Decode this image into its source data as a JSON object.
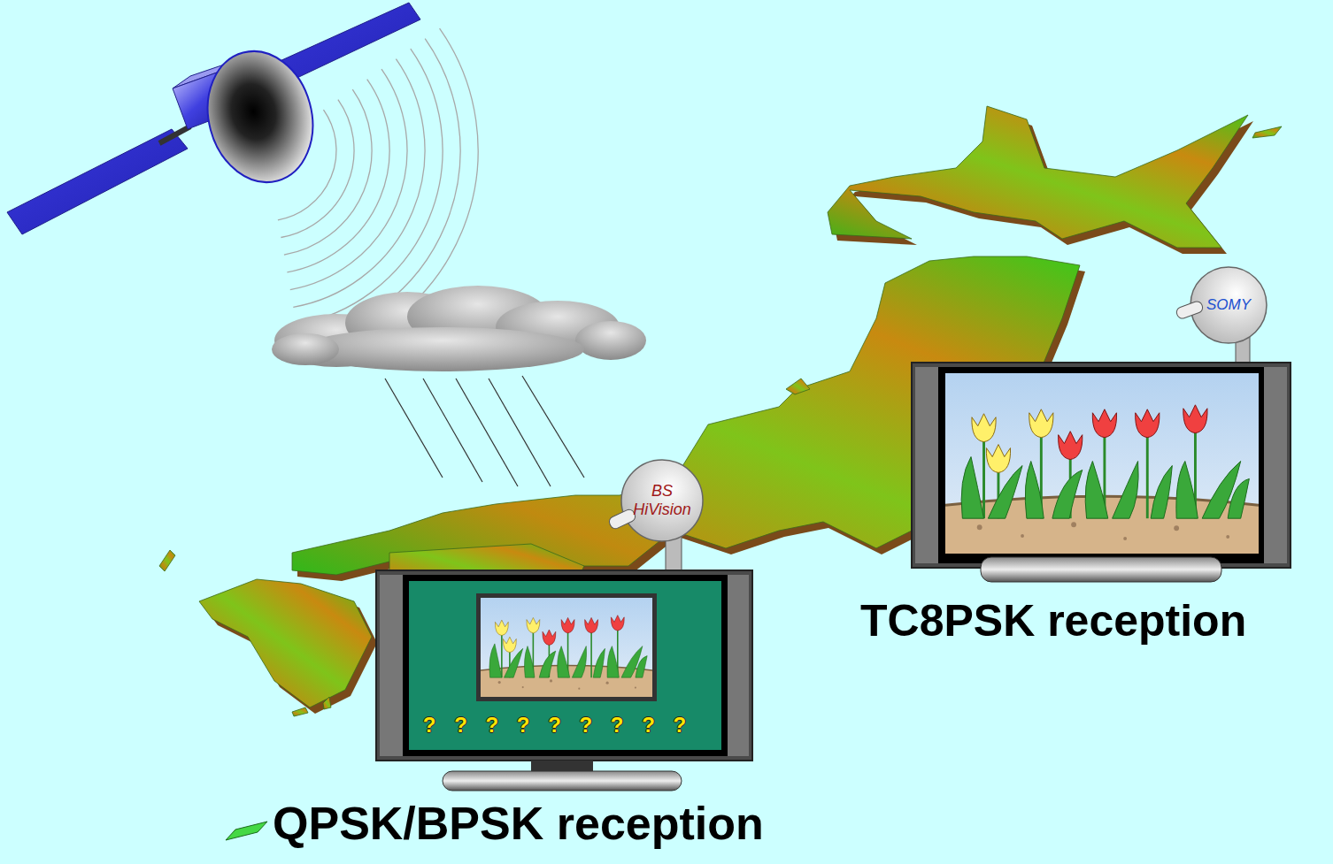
{
  "diagram": {
    "nodes": [
      {
        "text": [
          "BS HiVision"
        ]
      },
      {
        "text": [
          "? ? ? ? ? ? ? ? ?",
          "QPSK/BPSK reception"
        ]
      },
      {
        "text": [
          "SOMY"
        ]
      },
      {
        "text": [
          "TC8PSK reception"
        ]
      }
    ]
  }
}
